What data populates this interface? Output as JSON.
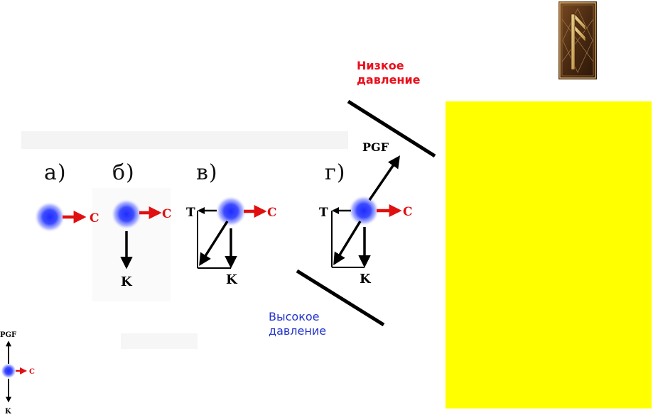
{
  "panels": [
    {
      "label": "а)"
    },
    {
      "label": "б)"
    },
    {
      "label": "в)"
    },
    {
      "label": "г)"
    }
  ],
  "force_labels": {
    "coriolis": "C",
    "gravity": "K",
    "tangent": "T",
    "pressure_gradient": "PGF"
  },
  "pressure": {
    "low": "Низкое\nдавление",
    "high": "Высокое\nдавление"
  },
  "colors": {
    "low_pressure_text": "#e8101c",
    "high_pressure_text": "#2233cc",
    "coriolis_arrow": "#e01010",
    "particle": "#3344ff",
    "yellow_box": "#ffff00"
  }
}
